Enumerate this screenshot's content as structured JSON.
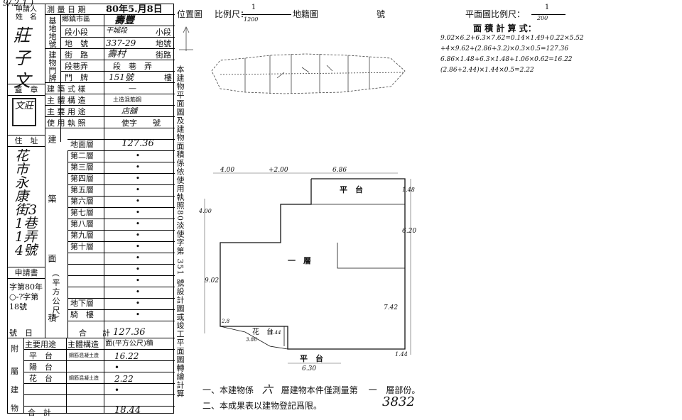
{
  "top_handwriting": "9/.2.1 )",
  "left": {
    "applicant": "申請人\n姓　名",
    "applicant_name": "莊子文",
    "seal": "蓋　章",
    "seal_mark": "文莊",
    "address": "住　址",
    "address_value": "花市永康街31巷1弄4號",
    "application": "申請書",
    "app_no": "字第80年 ○-?字第 18號",
    "date_col": "號　日",
    "annex": "附",
    "subsidiary": "屬",
    "building": "建",
    "object": "物"
  },
  "survey": {
    "date_label": "測 量 日 期",
    "date_value": "80年5.月8日",
    "base_label": "基\n地\n地\n號",
    "township_label": "鄉鎮市區",
    "township_value": "壽豐",
    "section_label": "段小段",
    "section_value": "干城段",
    "small_section": "小段",
    "lot_label": "地　號",
    "lot_value": "337-29",
    "lot_unit": "地號",
    "door_label": "建\n物\n門\n牌",
    "street_label": "街　路",
    "street_value": "壽村",
    "street_unit": "街路",
    "lane_label": "段巷弄",
    "lane_value": "段　巷　弄",
    "number_label": "門　牌",
    "number_value": "151號",
    "floor_unit": "樓",
    "style_label": "建 築 式 樣",
    "style_value": "—",
    "structure_label": "主 體 構 造",
    "structure_value": "土造混筋鋼",
    "usage_label": "主 要 用 途",
    "usage_value": "店舖",
    "license_label": "使 用 執 照",
    "license_value": "使字　　號",
    "area_group": "建　築　面　積",
    "area_unit": "(平方公尺)",
    "floors": [
      {
        "name": "地面層",
        "value": "127.36"
      },
      {
        "name": "第二層",
        "value": "•"
      },
      {
        "name": "第三層",
        "value": "•"
      },
      {
        "name": "第四層",
        "value": "•"
      },
      {
        "name": "第五層",
        "value": "•"
      },
      {
        "name": "第六層",
        "value": "•"
      },
      {
        "name": "第七層",
        "value": "•"
      },
      {
        "name": "第八層",
        "value": "•"
      },
      {
        "name": "第九層",
        "value": "•"
      },
      {
        "name": "第十層",
        "value": "•"
      },
      {
        "name": "",
        "value": "•"
      },
      {
        "name": "",
        "value": "•"
      },
      {
        "name": "",
        "value": "•"
      },
      {
        "name": "",
        "value": "•"
      },
      {
        "name": "地下層",
        "value": "•"
      },
      {
        "name": "騎　樓",
        "value": "•"
      }
    ],
    "total_label": "合　　計",
    "total_value": "127.36",
    "annex_headers": [
      "主要用途",
      "主體構造",
      "面(平方公尺)積"
    ],
    "annex_rows": [
      {
        "use": "平　台",
        "struct": "鋼筋混凝土造",
        "area": "16.22"
      },
      {
        "use": "陽　台",
        "struct": "",
        "area": "•"
      },
      {
        "use": "花　台",
        "struct": "鋼筋混凝土造",
        "area": "2.22"
      },
      {
        "use": "",
        "struct": "",
        "area": "•"
      }
    ],
    "annex_total_label": "合　計",
    "annex_total_value": "18.44"
  },
  "middle": {
    "location_title": "位置圖",
    "scale_label": "比例尺：",
    "scale_num": "1",
    "scale_den": "1200",
    "cadastral_label": "地籍圖",
    "number_label": "號",
    "vertical_note": "本建物平面圖及建物面積係依使用執照80淡使字第 351 號設計圖或竣工平面圖轉繪計算"
  },
  "right": {
    "plan_scale_label": "平面圖比例尺：",
    "plan_scale_num": "1",
    "plan_scale_den": "200",
    "area_calc_title": "面 積 計 算 式：",
    "calc_lines": [
      "9.02×6.2+6.3×7.62=0.14×1.49+0.22×5.52",
      "+4×9.62+(2.86+3.2)×0.3×0.5=127.36",
      "6.86×1.48+6.3×1.48+1.06×0.62=16.22",
      "(2.86+2.44)×1.44×0.5=2.22"
    ],
    "dims": {
      "top_left": "4.00",
      "top_mid": "+2.00",
      "top_right": "6.86",
      "right_top": "1.48",
      "right_mid": "6.20",
      "left_a": "4.00",
      "left_b": "9.02",
      "right_low": "7.42",
      "bottom_w": "6.30",
      "bottom_r": "1.44",
      "small_a": "2.8",
      "small_b": "3.86",
      "small_c": "1.44"
    },
    "platform_top": "平　台",
    "first_floor": "一　層",
    "flower_bed": "花　台",
    "platform_bottom": "平　台",
    "note1_prefix": "一、本建物係",
    "note1_value": "六",
    "note1_suffix": "層建物本件僅測量第",
    "note1_value2": "一",
    "note1_end": "層部份。",
    "note2": "二、本成果表以建物登記爲限。",
    "doc_number": "3832"
  }
}
